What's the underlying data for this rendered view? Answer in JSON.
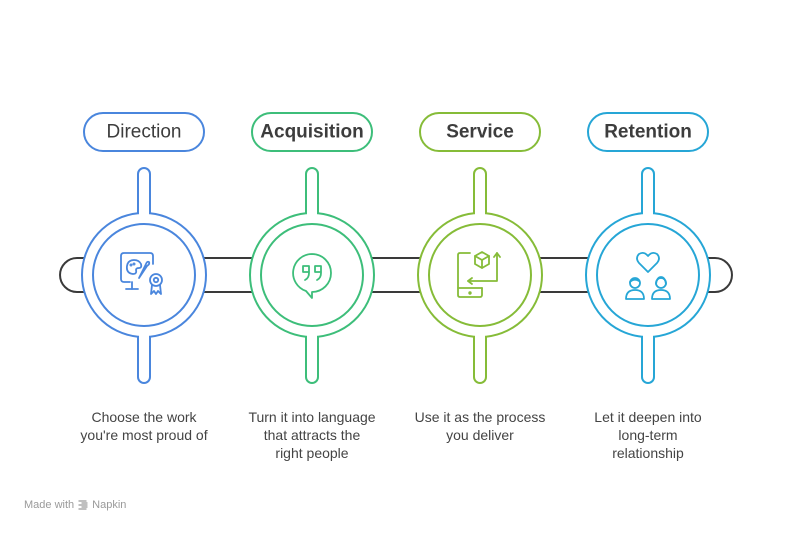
{
  "stages": [
    {
      "title": "Direction",
      "description_lines": [
        "Choose the work",
        "you're most proud of"
      ],
      "color": "#4A86DD",
      "icon": "monitor-art-award-icon",
      "bold": false
    },
    {
      "title": "Acquisition",
      "description_lines": [
        "Turn it into language",
        "that attracts the",
        "right people"
      ],
      "color": "#3DBE7A",
      "icon": "quote-bubble-icon",
      "bold": true
    },
    {
      "title": "Service",
      "description_lines": [
        "Use it as the process",
        "you deliver"
      ],
      "color": "#86BC38",
      "icon": "mobile-package-delivery-icon",
      "bold": true
    },
    {
      "title": "Retention",
      "description_lines": [
        "Let it deepen into",
        "long-term",
        "relationship"
      ],
      "color": "#26A6D6",
      "icon": "couple-heart-icon",
      "bold": true
    }
  ],
  "bar_color": "#3a3a3a",
  "footer": {
    "made_with": "Made with",
    "brand": "Napkin",
    "icon": "napkin-logo-icon"
  }
}
